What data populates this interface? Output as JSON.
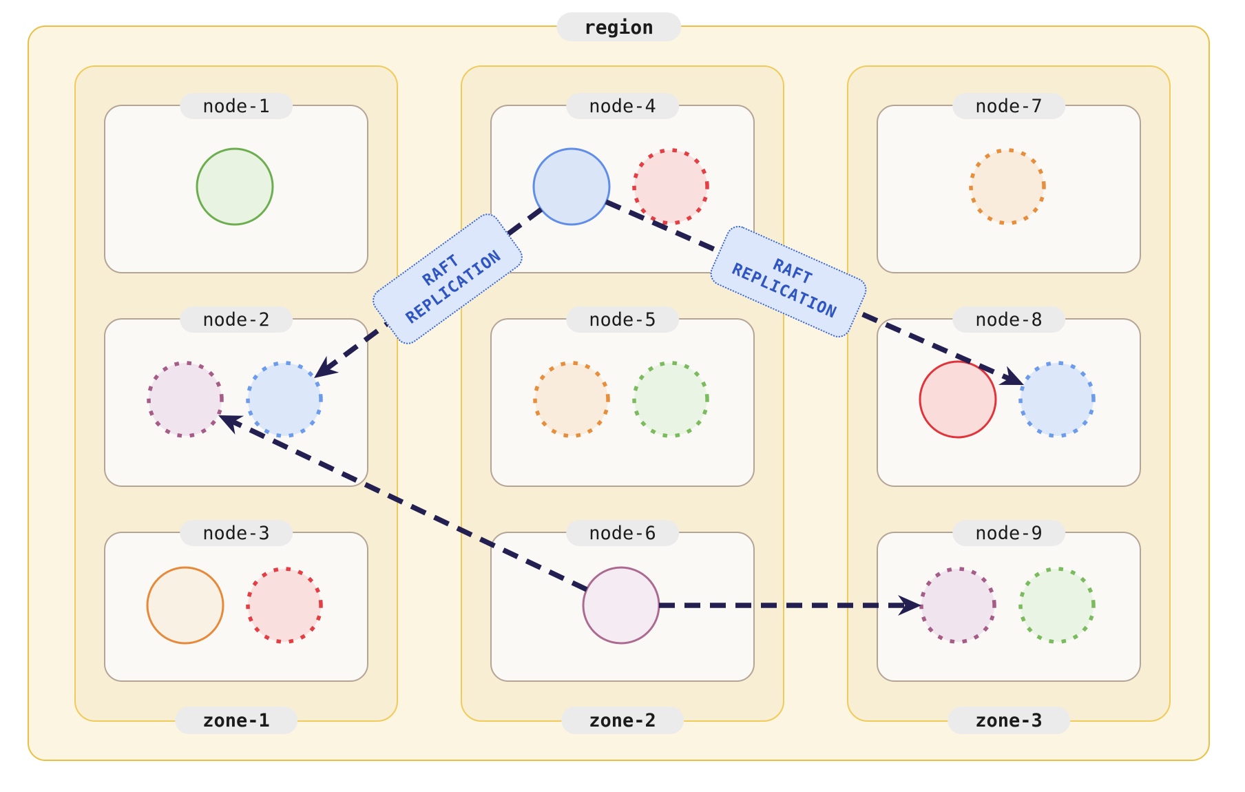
{
  "palette": {
    "region_fill": "#FCF5E1",
    "region_border": "#E9C045",
    "zone_fill": "#F8EED3",
    "zone_border": "#F0CB5B",
    "node_fill": "#FAF9F6",
    "node_border": "#B4A496",
    "pill_bg": "#EBEBEB",
    "pill_text": "#1B1B1B",
    "arrow": "#232051",
    "edge_label_fill": "#DCE7FB",
    "edge_label_border": "#3A62C8",
    "edge_label_text": "#2F55C0"
  },
  "region": {
    "label": "region",
    "zones": [
      {
        "label": "zone-1",
        "nodes": [
          {
            "label": "node-1",
            "replicas": [
              {
                "color": "green",
                "style": "solid",
                "css": "green solid"
              }
            ]
          },
          {
            "label": "node-2",
            "replicas": [
              {
                "color": "purple",
                "style": "dotted",
                "css": "purple dotted"
              },
              {
                "color": "blue",
                "style": "dotted",
                "css": "blue dotted"
              }
            ]
          },
          {
            "label": "node-3",
            "replicas": [
              {
                "color": "orange",
                "style": "solid",
                "css": "orange solid"
              },
              {
                "color": "red",
                "style": "dotted",
                "css": "red dotted"
              }
            ]
          }
        ]
      },
      {
        "label": "zone-2",
        "nodes": [
          {
            "label": "node-4",
            "replicas": [
              {
                "color": "blue",
                "style": "solid",
                "css": "blue solid"
              },
              {
                "color": "red",
                "style": "dotted",
                "css": "red dotted"
              }
            ]
          },
          {
            "label": "node-5",
            "replicas": [
              {
                "color": "orange",
                "style": "dotted",
                "css": "orange dotted"
              },
              {
                "color": "green",
                "style": "dotted",
                "css": "green dotted"
              }
            ]
          },
          {
            "label": "node-6",
            "replicas": [
              {
                "color": "purple",
                "style": "solid",
                "css": "purple solid"
              }
            ]
          }
        ]
      },
      {
        "label": "zone-3",
        "nodes": [
          {
            "label": "node-7",
            "replicas": [
              {
                "color": "orange",
                "style": "dotted",
                "css": "orange dotted"
              }
            ]
          },
          {
            "label": "node-8",
            "replicas": [
              {
                "color": "red",
                "style": "solid",
                "css": "red solid"
              },
              {
                "color": "blue",
                "style": "dotted",
                "css": "blue dotted"
              }
            ]
          },
          {
            "label": "node-9",
            "replicas": [
              {
                "color": "purple",
                "style": "dotted",
                "css": "purple dotted"
              },
              {
                "color": "green",
                "style": "dotted",
                "css": "green dotted"
              }
            ]
          }
        ]
      }
    ]
  },
  "edges": [
    {
      "from": "node-4",
      "to": "node-2",
      "label": "RAFT REPLICATION",
      "label_lines": [
        "RAFT",
        "REPLICATION"
      ]
    },
    {
      "from": "node-4",
      "to": "node-8",
      "label": "RAFT REPLICATION",
      "label_lines": [
        "RAFT",
        "REPLICATION"
      ]
    },
    {
      "from": "node-6",
      "to": "node-2",
      "label": ""
    },
    {
      "from": "node-6",
      "to": "node-9",
      "label": ""
    }
  ]
}
